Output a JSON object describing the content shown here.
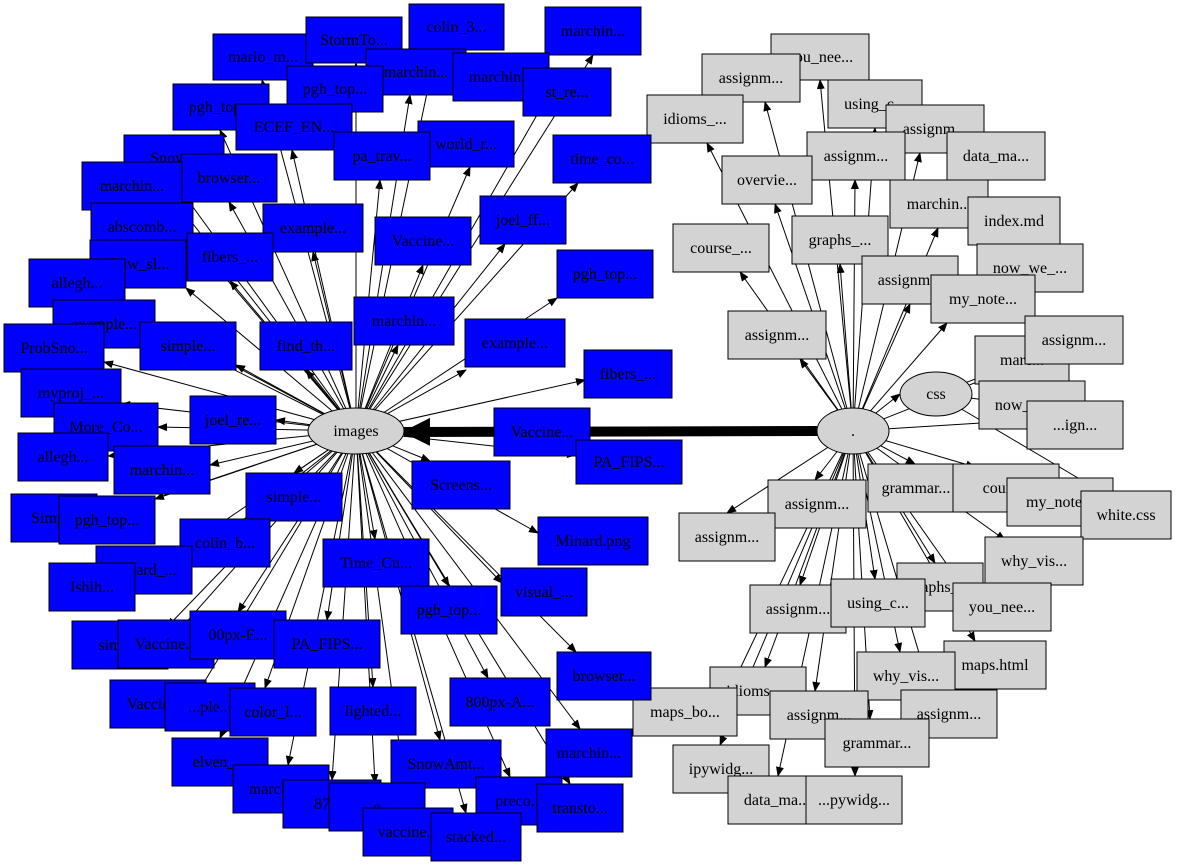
{
  "colors": {
    "blue": "#0000ff",
    "gray": "#d3d3d3",
    "stroke": "#000000",
    "text": "#000000"
  },
  "hubs": {
    "images": {
      "label": "images"
    },
    "dot": {
      "label": "."
    },
    "css": {
      "label": "css"
    }
  },
  "blue_nodes": [
    "mario_m...",
    "StormTo...",
    "colin_3...",
    "marchin...",
    "marchin...",
    "marchin...",
    "st_re...",
    "pgh_top...",
    "pgh_top...",
    "ECEF_EN...",
    "world_r...",
    "time_co...",
    "pa_trav...",
    "Snow...",
    "browser...",
    "marchin...",
    "abscomb...",
    "example...",
    "Vaccine...",
    "joel_ff...",
    "draw_sl...",
    "fibers_...",
    "pgh_top...",
    "allegh...",
    "example...",
    "marchin...",
    "example...",
    "find_th...",
    "simple...",
    "ProbSno...",
    "fibers_...",
    "myproj_...",
    "More_Co...",
    "joel_re...",
    "Vaccine...",
    "allegh...",
    "marchin...",
    "PA_FIPS...",
    "Screens...",
    "simple...",
    "Simp...",
    "pgh_top...",
    "Minard.png",
    "colin_b...",
    "minard_...",
    "Time_Cu...",
    "Ishih...",
    "visual_...",
    "pgh_top...",
    "simp...",
    "Vaccine...",
    "00px-E...",
    "PA_FIPS...",
    "browser...",
    "Vaccine...",
    "...ple...",
    "color_l...",
    "lighted...",
    "800px-A...",
    "elven_...",
    "marchin...",
    "SnowAmt...",
    "marchin...",
    "871...",
    "...e...",
    "preco...",
    "transto...",
    "vaccine...",
    "stacked..."
  ],
  "gray_nodes": [
    "you_nee...",
    "assignm...",
    "idioms_...",
    "using_c...",
    "assignm...",
    "assignm...",
    "data_ma...",
    "overvie...",
    "marchin...",
    "index.md",
    "course_...",
    "graphs_...",
    "now_we_...",
    "assignm...",
    "my_note...",
    "assignm...",
    "marc...",
    "assignm...",
    "now_we_...",
    "...ign...",
    "assignm...",
    "grammar...",
    "cours...",
    "my_note...",
    "white.css",
    "assignm...",
    "why_vis...",
    "...aphs_...",
    "assignm...",
    "using_c...",
    "you_nee...",
    "maps.html",
    "why_vis...",
    "idioms_...",
    "maps_bo...",
    "assignm...",
    "assignm...",
    "grammar...",
    "ipywidg...",
    "data_ma...",
    "...pywidg..."
  ]
}
